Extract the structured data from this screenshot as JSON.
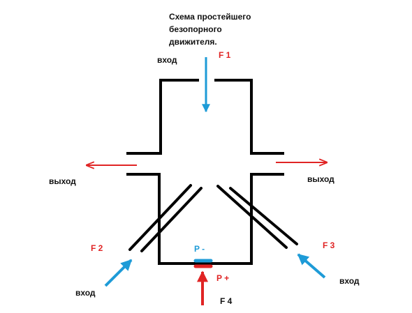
{
  "title_lines": [
    "Схема простейшего",
    "безопорного",
    "движителя."
  ],
  "labels": {
    "f1": "F 1",
    "f2": "F 2",
    "f3": "F 3",
    "f4": "F 4",
    "p_minus": "P -",
    "p_plus": "P +",
    "inlet": "вход",
    "outlet": "выход"
  },
  "colors": {
    "structure": "#000000",
    "force_arrow": "#1e9bd7",
    "outlet_arrow": "#e02424",
    "f4_arrow": "#e02424",
    "text": "#111111",
    "label_red": "#e02424",
    "label_blue": "#1e9bd7"
  }
}
